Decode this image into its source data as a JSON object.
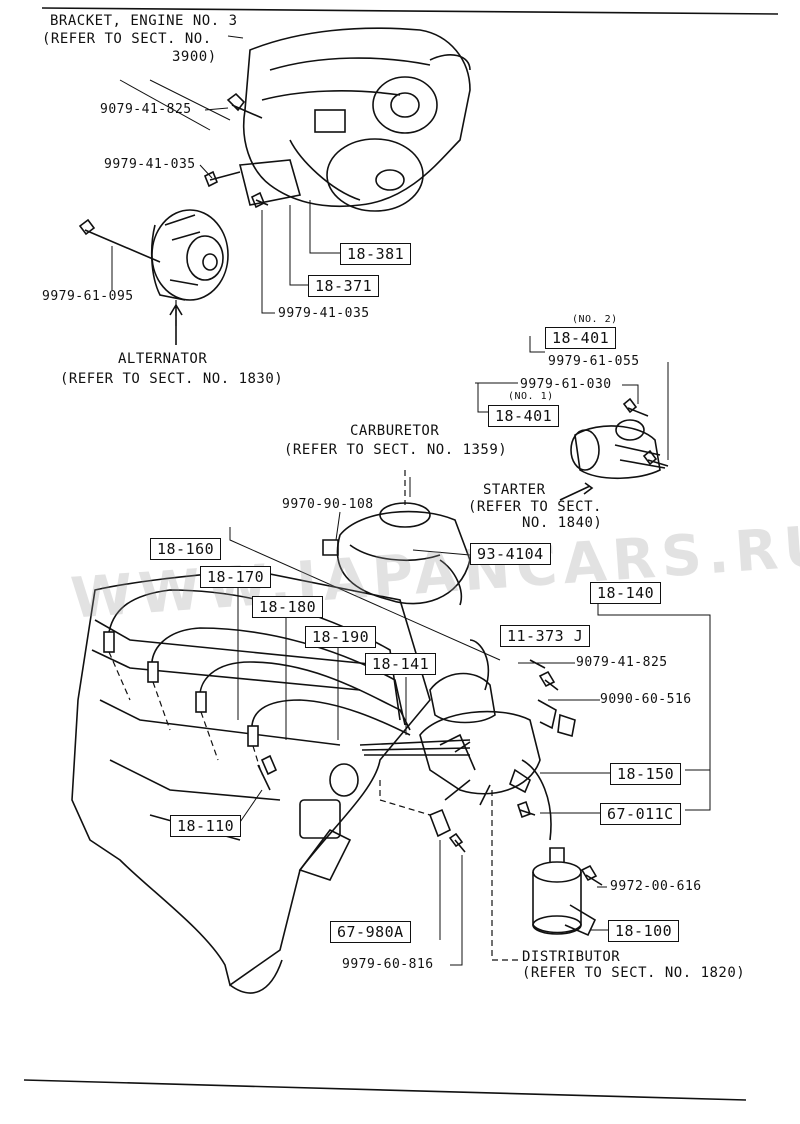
{
  "labels": {
    "bracket": "BRACKET, ENGINE NO. 3",
    "bracket_ref_1": "(REFER TO SECT. NO.",
    "bracket_ref_2": "3900)",
    "p_9079_41_825_a": "9079-41-825",
    "p_9979_41_035_a": "9979-41-035",
    "p_9979_61_095": "9979-61-095",
    "p_9979_41_035_b": "9979-41-035",
    "alternator": "ALTERNATOR",
    "alternator_ref": "(REFER TO SECT. NO. 1830)",
    "no2": "(NO. 2)",
    "p_9979_61_055": "9979-61-055",
    "p_9979_61_030": "9979-61-030",
    "no1": "(NO. 1)",
    "carburetor": "CARBURETOR",
    "carburetor_ref": "(REFER TO SECT. NO. 1359)",
    "starter": "STARTER",
    "starter_ref_1": "(REFER TO SECT.",
    "starter_ref_2": "NO. 1840)",
    "p_9970_90_108": "9970-90-108",
    "p_9079_41_825_b": "9079-41-825",
    "p_9090_60_516": "9090-60-516",
    "p_9972_00_616": "9972-00-616",
    "p_9979_60_816": "9979-60-816",
    "distributor": "DISTRIBUTOR",
    "distributor_ref": "(REFER TO SECT. NO. 1820)"
  },
  "boxes": {
    "b_18_381": "18-381",
    "b_18_371": "18-371",
    "b_18_401_no2": "18-401",
    "b_18_401_no1": "18-401",
    "b_93_4104": "93-4104",
    "b_18_160": "18-160",
    "b_18_170": "18-170",
    "b_18_180": "18-180",
    "b_18_190": "18-190",
    "b_18_141": "18-141",
    "b_11_373_j": "11-373 J",
    "b_18_140": "18-140",
    "b_18_150": "18-150",
    "b_67_011c": "67-011C",
    "b_18_110": "18-110",
    "b_18_100": "18-100",
    "b_67_980a": "67-980A"
  },
  "watermark": "WWW.JAPANCARS.RU"
}
